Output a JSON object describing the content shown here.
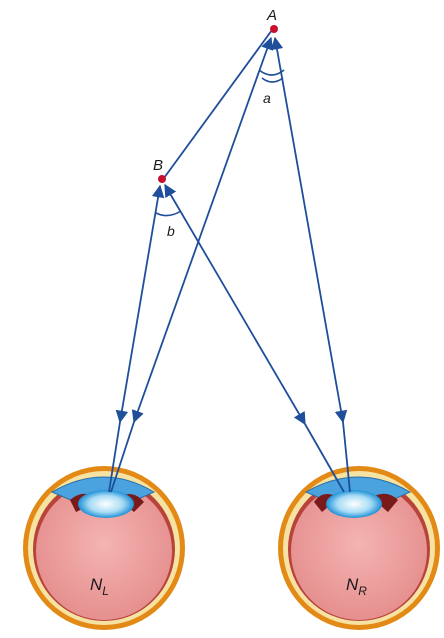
{
  "labels": {
    "point_a": "A",
    "point_b": "B",
    "angle_a": "a",
    "angle_b": "b",
    "left_eye_main": "N",
    "left_eye_sub": "L",
    "right_eye_main": "N",
    "right_eye_sub": "R"
  },
  "colors": {
    "ray": "#1f4e9b",
    "point": "#c8102e",
    "eye_outer": "#e38a16",
    "eye_body": "#f1a1a0",
    "cornea": "#4aa3df",
    "lens": "#bfe6f7",
    "iris": "#7a1b1b"
  }
}
